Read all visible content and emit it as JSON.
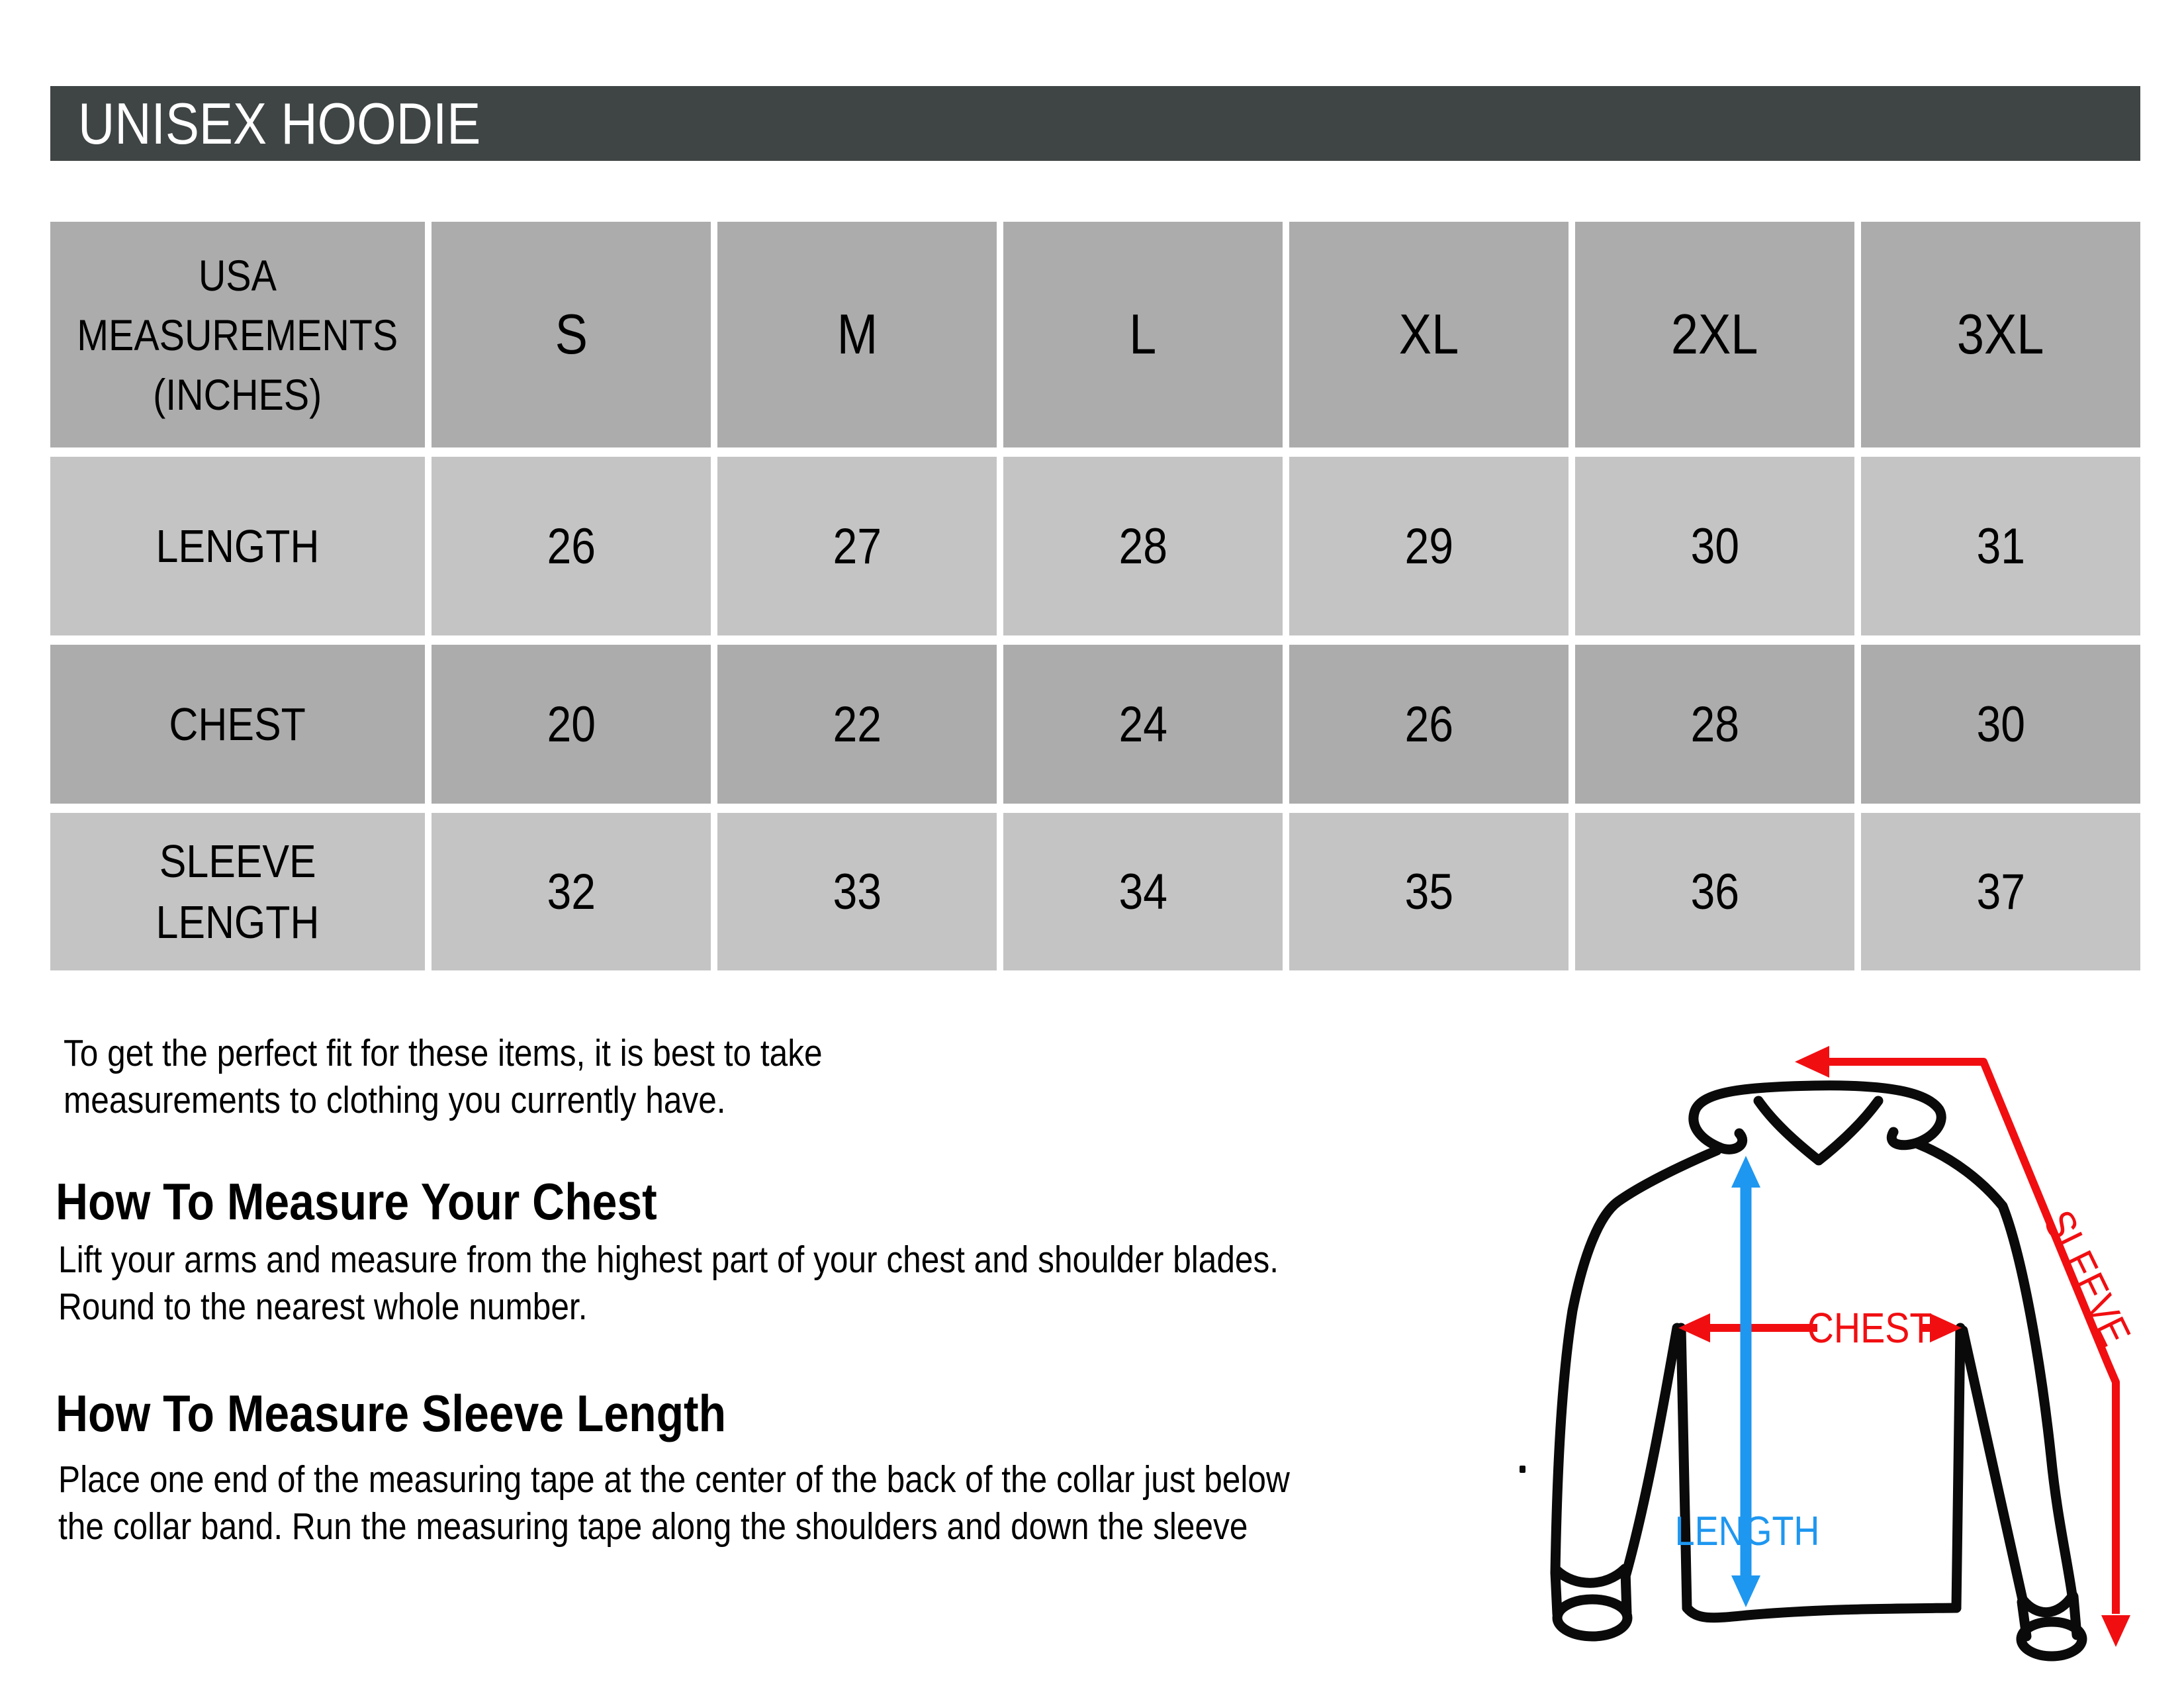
{
  "title_bar": {
    "title": "UNISEX HOODIE"
  },
  "size_table": {
    "corner_header_lines": [
      "USA",
      "MEASUREMENTS",
      "(INCHES)"
    ],
    "size_headers": [
      "S",
      "M",
      "L",
      "XL",
      "2XL",
      "3XL"
    ],
    "rows": [
      {
        "label_lines": [
          "LENGTH"
        ],
        "values": [
          "26",
          "27",
          "28",
          "29",
          "30",
          "31"
        ]
      },
      {
        "label_lines": [
          "CHEST"
        ],
        "values": [
          "20",
          "22",
          "24",
          "26",
          "28",
          "30"
        ]
      },
      {
        "label_lines": [
          "SLEEVE",
          "LENGTH"
        ],
        "values": [
          "32",
          "33",
          "34",
          "35",
          "36",
          "37"
        ]
      }
    ]
  },
  "fit_note_lines": [
    "To get the perfect fit for these items, it is best to take",
    "measurements to clothing you currently have."
  ],
  "sections": [
    {
      "heading": "How To Measure Your Chest",
      "body_lines": [
        "Lift your arms and measure from the highest part of your chest and shoulder blades.",
        "Round to the nearest whole number."
      ]
    },
    {
      "heading": "How To Measure Sleeve Length",
      "body_lines": [
        "Place one end of the measuring tape at the center of the back of the collar just below",
        "the collar band. Run the measuring tape along the shoulders and down the sleeve"
      ]
    }
  ],
  "diagram": {
    "sleeve_label": "SLEEVE",
    "chest_label": "CHEST",
    "length_label": "LENGTH"
  },
  "colors": {
    "title_bar_bg": "#3f4444",
    "table_row_dark": "#acacac",
    "table_row_light": "#c4c4c4",
    "arrow_red": "#f10e11",
    "arrow_blue": "#1e97f0",
    "outline_black": "#0a0a0a"
  }
}
